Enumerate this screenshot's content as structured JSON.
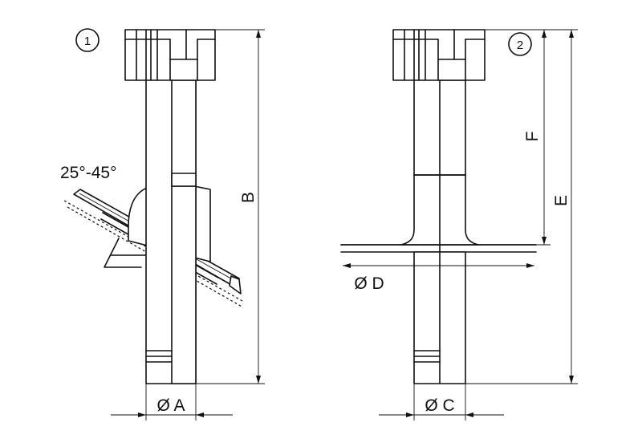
{
  "labels": {
    "figure_1": "1",
    "figure_2": "2",
    "angle": "25°-45°",
    "dim_a": "Ø A",
    "dim_b": "B",
    "dim_c": "Ø C",
    "dim_d": "Ø D",
    "dim_e": "E",
    "dim_f": "F"
  }
}
